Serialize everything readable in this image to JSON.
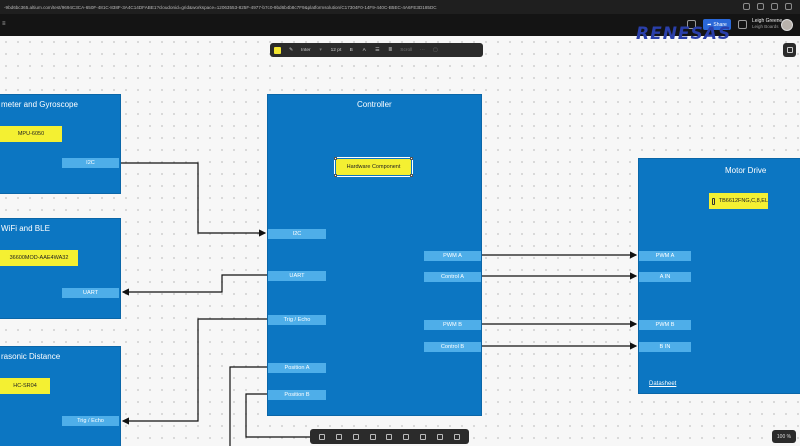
{
  "browser": {
    "url": "-9bd6bc365.altium.com/test/9694C3CA-650F-481C-838F-3A4C14DFABE1?cloudonid=grid&workspace=12063553-825F-4977-b7c0-9bd6b4b8c7F9&platformsolution/C17304F0-14F9-440C-B5EC-4A6FE3D185DC"
  },
  "header": {
    "share_label": "Share",
    "user_name": "Leigh Greene",
    "user_sub": "Leigh Boards"
  },
  "logo": "RENESAS",
  "text_toolbar": {
    "font": "Inter",
    "size": "12 pt",
    "bold": "B",
    "color": "A",
    "lock": "Scroll"
  },
  "blocks": {
    "imu": {
      "title": "meter and Gyroscope",
      "chip": "MPU-6050",
      "pins": [
        "I2C"
      ]
    },
    "wifi": {
      "title": "WiFi and BLE",
      "chip": "36600MOD-AAE4WA32",
      "pins": [
        "UART"
      ]
    },
    "ultrasonic": {
      "title": "rasonic Distance",
      "chip": "HC-SR04",
      "pins": [
        "Trig / Echo"
      ]
    },
    "controller": {
      "title": "Controller",
      "chip": "Hardware Component",
      "left_pins": [
        "I2C",
        "UART",
        "Trig / Echo",
        "Position A",
        "Position B"
      ],
      "right_pins": [
        "PWM A",
        "Control A",
        "PWM B",
        "Control B"
      ]
    },
    "motor": {
      "title": "Motor Drive",
      "chip": "TB6612FNG,C,8,EL",
      "pins": [
        "PWM A",
        "A IN",
        "PWM B",
        "B IN"
      ],
      "link": "Datasheet"
    }
  },
  "zoom": "100 %",
  "colors": {
    "block": "#0c76c2",
    "pin": "#4eaee9",
    "chip": "#f4f032",
    "share": "#2a68d8",
    "logo": "#2a3faa"
  }
}
